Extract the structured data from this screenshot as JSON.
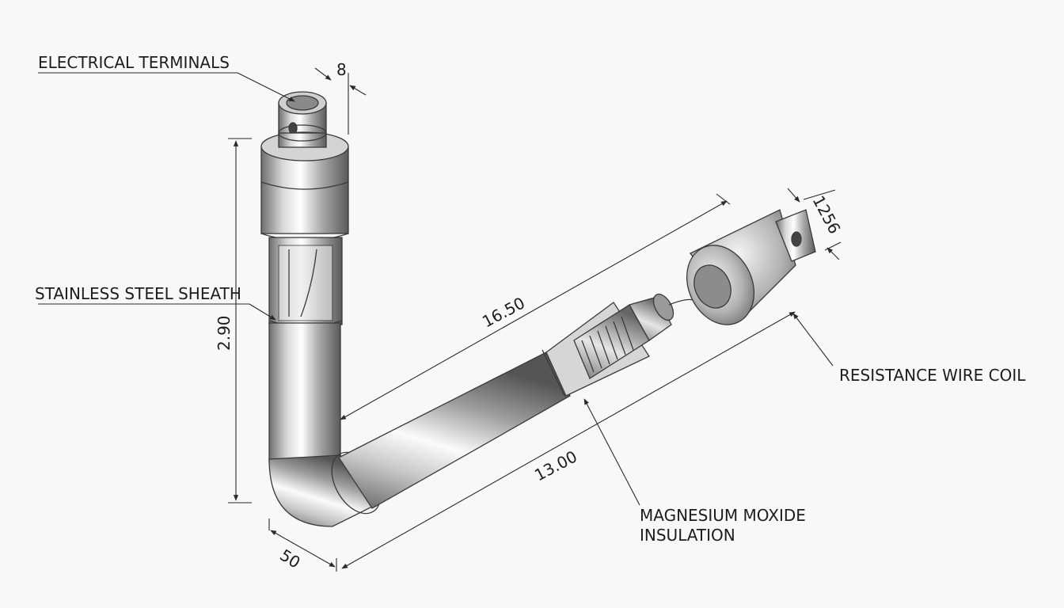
{
  "labels": {
    "electrical_terminals": "ELECTRICAL TERMINALS",
    "stainless_steel_sheath": "STAINLESS STEEL SHEATH",
    "resistance_wire_coil": "RESISTANCE WIRE COIL",
    "insulation_line1": "MAGNESIUM MOXIDE",
    "insulation_line2": "INSULATION"
  },
  "dimensions": {
    "terminal_diameter": "8",
    "vertical_length": "2.90",
    "upper_length": "16.50",
    "lower_length": "13.00",
    "bend_width": "50",
    "end_cap_diameter": "1256"
  }
}
